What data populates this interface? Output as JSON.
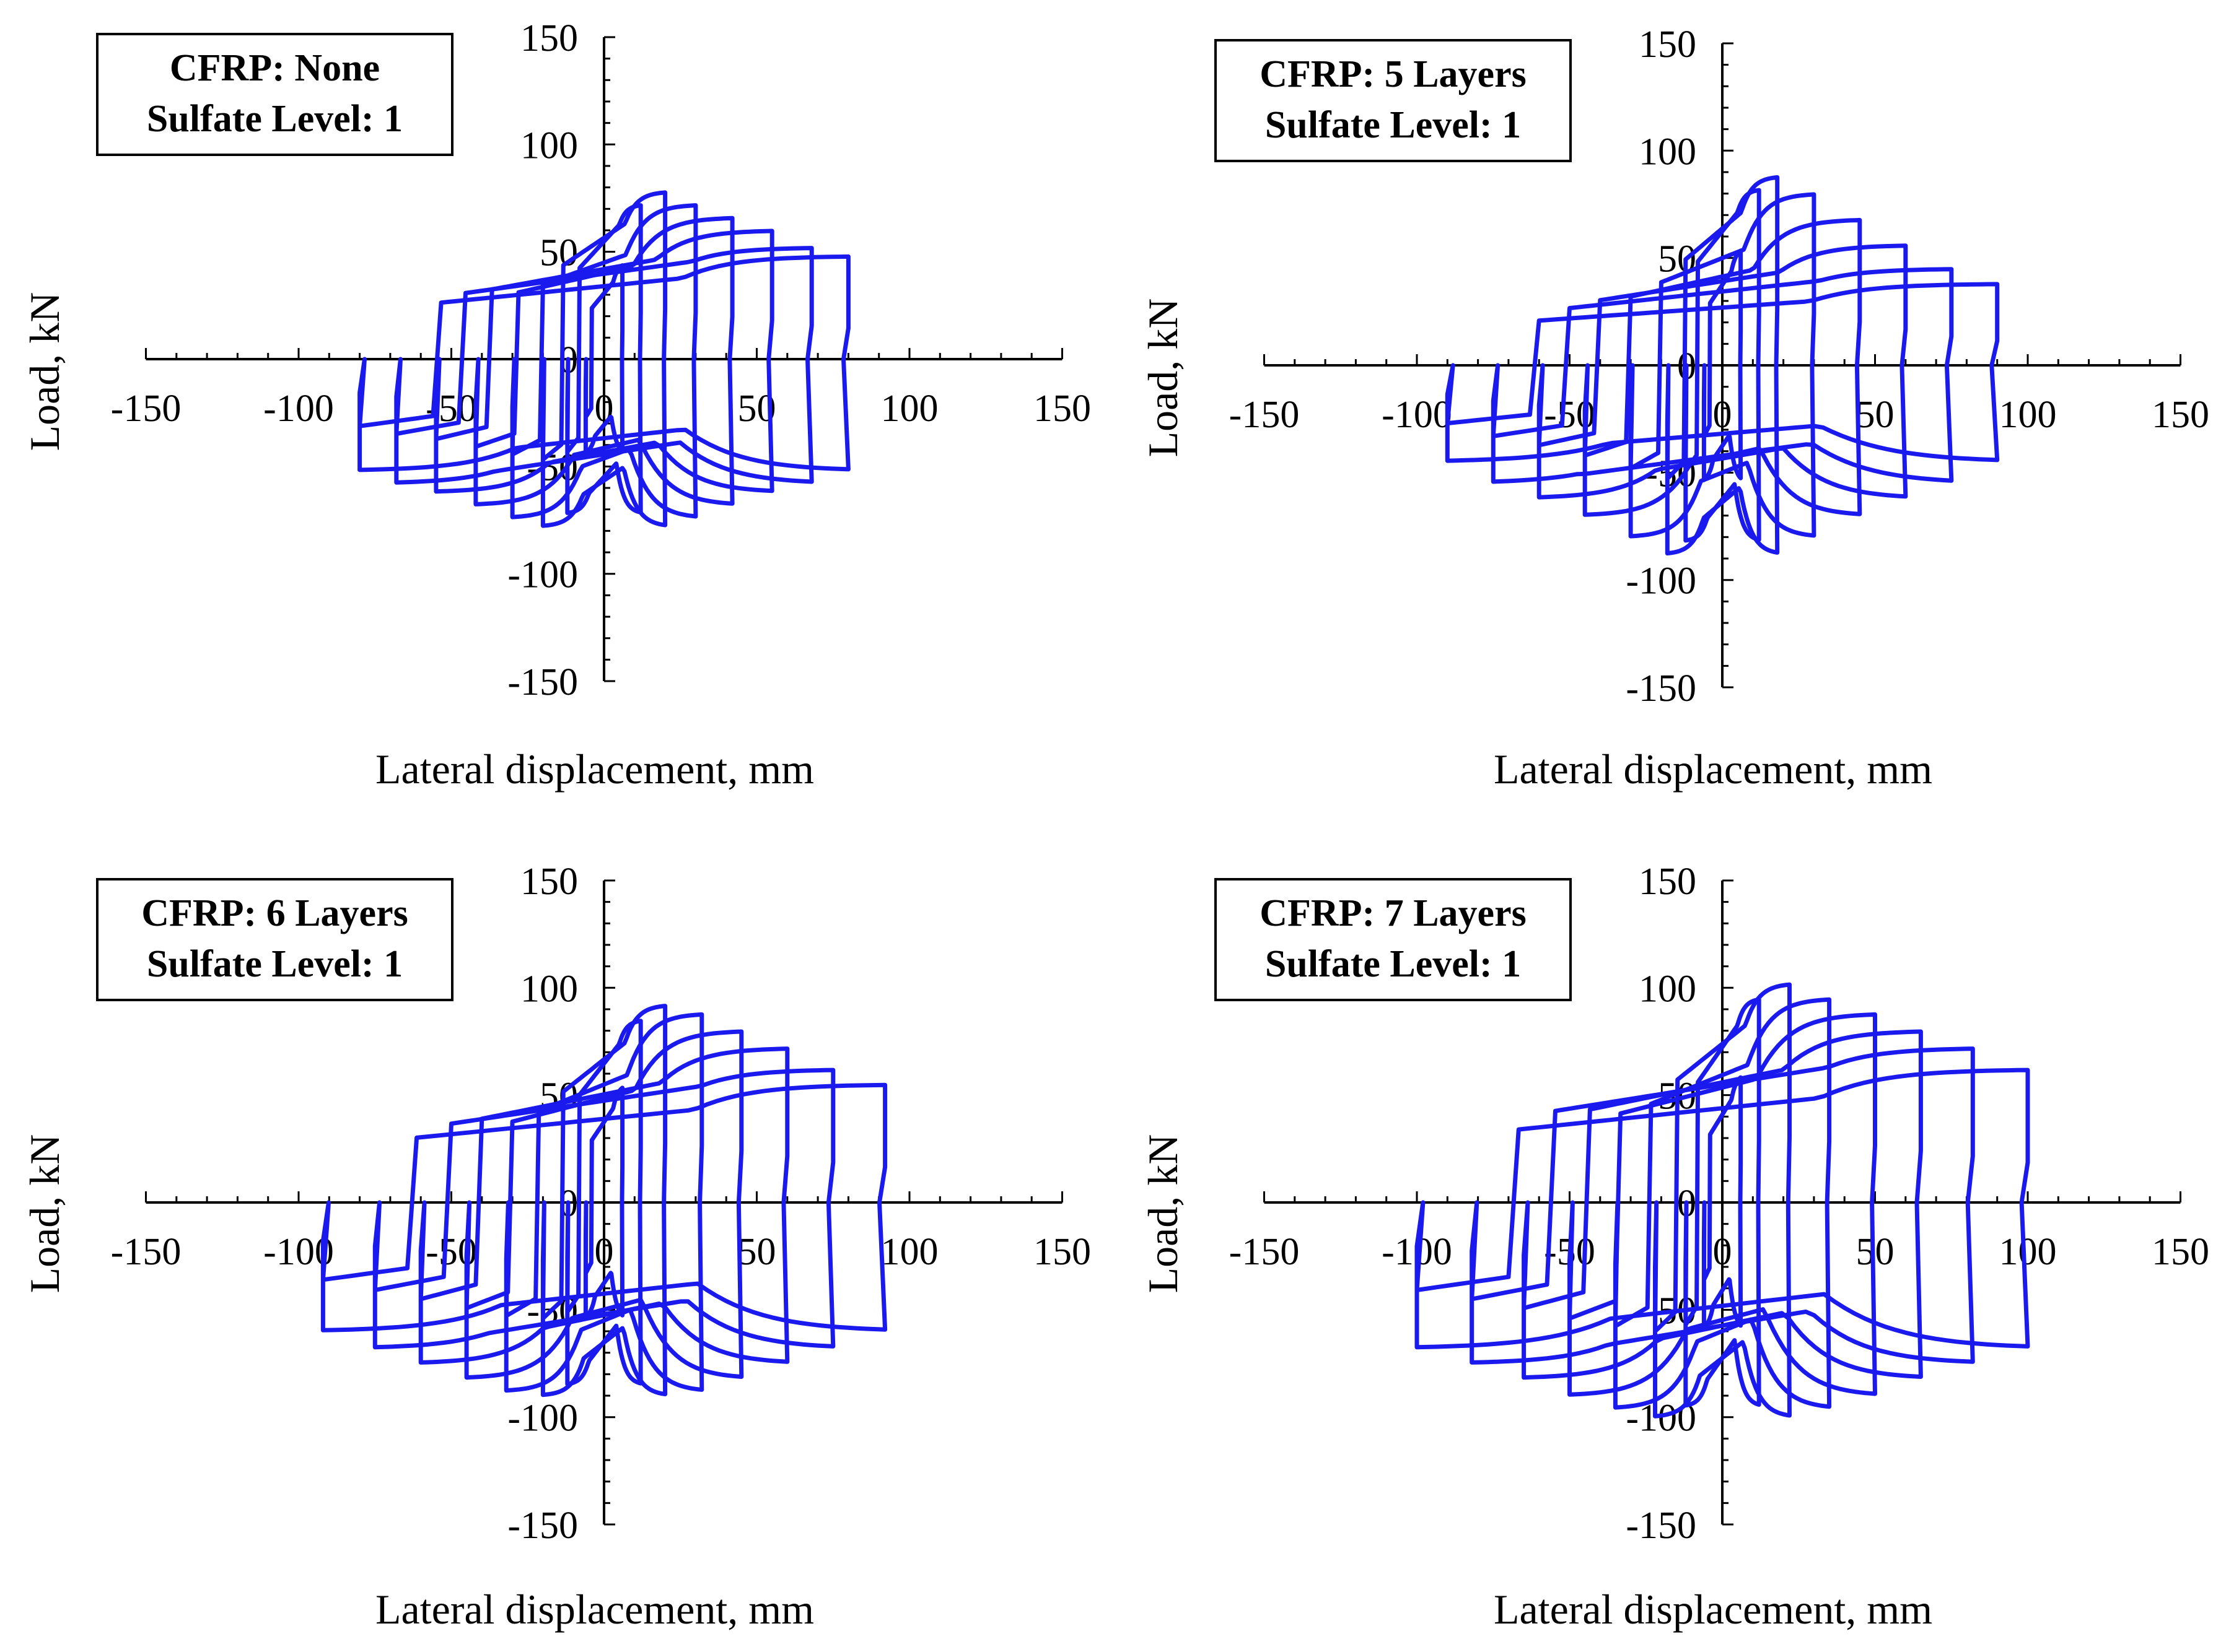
{
  "chart_data": [
    {
      "type": "line",
      "annotation": [
        "CFRP: None",
        "Sulfate Level: 1"
      ],
      "xlabel": "Lateral displacement, mm",
      "ylabel": "Load, kN",
      "xlim": [
        -150,
        150
      ],
      "ylim": [
        -150,
        150
      ],
      "xticks": [
        -150,
        -100,
        -50,
        0,
        50,
        100,
        150
      ],
      "yticks": [
        -150,
        -100,
        -50,
        0,
        50,
        100,
        150
      ],
      "grid": false,
      "series": [
        {
          "amplitude_mm": 6,
          "peak_pos_kN": 45,
          "peak_neg_kN": -45
        },
        {
          "amplitude_mm": 12,
          "peak_pos_kN": 72,
          "peak_neg_kN": -72
        },
        {
          "amplitude_mm": 20,
          "peak_pos_kN": 78,
          "peak_neg_kN": -78
        },
        {
          "amplitude_mm": 30,
          "peak_pos_kN": 72,
          "peak_neg_kN": -74
        },
        {
          "amplitude_mm": 42,
          "peak_pos_kN": 66,
          "peak_neg_kN": -68
        },
        {
          "amplitude_mm": 55,
          "peak_pos_kN": 60,
          "peak_neg_kN": -62
        },
        {
          "amplitude_mm": 68,
          "peak_pos_kN": 52,
          "peak_neg_kN": -58
        },
        {
          "amplitude_mm": 80,
          "peak_pos_kN": 48,
          "peak_neg_kN": -52
        }
      ]
    },
    {
      "type": "line",
      "annotation": [
        "CFRP: 5 Layers",
        "Sulfate Level: 1"
      ],
      "xlabel": "Lateral displacement, mm",
      "ylabel": "Load, kN",
      "xlim": [
        -150,
        150
      ],
      "ylim": [
        -150,
        150
      ],
      "xticks": [
        -150,
        -100,
        -50,
        0,
        50,
        100,
        150
      ],
      "yticks": [
        -150,
        -100,
        -50,
        0,
        50,
        100,
        150
      ],
      "grid": false,
      "series": [
        {
          "amplitude_mm": 6,
          "peak_pos_kN": 55,
          "peak_neg_kN": -55
        },
        {
          "amplitude_mm": 12,
          "peak_pos_kN": 82,
          "peak_neg_kN": -82
        },
        {
          "amplitude_mm": 18,
          "peak_pos_kN": 88,
          "peak_neg_kN": -88
        },
        {
          "amplitude_mm": 30,
          "peak_pos_kN": 80,
          "peak_neg_kN": -80
        },
        {
          "amplitude_mm": 45,
          "peak_pos_kN": 68,
          "peak_neg_kN": -70
        },
        {
          "amplitude_mm": 60,
          "peak_pos_kN": 56,
          "peak_neg_kN": -62
        },
        {
          "amplitude_mm": 75,
          "peak_pos_kN": 45,
          "peak_neg_kN": -55
        },
        {
          "amplitude_mm": 90,
          "peak_pos_kN": 38,
          "peak_neg_kN": -45
        }
      ]
    },
    {
      "type": "line",
      "annotation": [
        "CFRP: 6 Layers",
        "Sulfate Level: 1"
      ],
      "xlabel": "Lateral displacement, mm",
      "ylabel": "Load, kN",
      "xlim": [
        -150,
        150
      ],
      "ylim": [
        -150,
        150
      ],
      "xticks": [
        -150,
        -100,
        -50,
        0,
        50,
        100,
        150
      ],
      "yticks": [
        -150,
        -100,
        -50,
        0,
        50,
        100,
        150
      ],
      "grid": false,
      "series": [
        {
          "amplitude_mm": 6,
          "peak_pos_kN": 55,
          "peak_neg_kN": -55
        },
        {
          "amplitude_mm": 12,
          "peak_pos_kN": 85,
          "peak_neg_kN": -85
        },
        {
          "amplitude_mm": 20,
          "peak_pos_kN": 92,
          "peak_neg_kN": -90
        },
        {
          "amplitude_mm": 32,
          "peak_pos_kN": 88,
          "peak_neg_kN": -88
        },
        {
          "amplitude_mm": 45,
          "peak_pos_kN": 80,
          "peak_neg_kN": -82
        },
        {
          "amplitude_mm": 60,
          "peak_pos_kN": 72,
          "peak_neg_kN": -75
        },
        {
          "amplitude_mm": 75,
          "peak_pos_kN": 62,
          "peak_neg_kN": -68
        },
        {
          "amplitude_mm": 92,
          "peak_pos_kN": 55,
          "peak_neg_kN": -60
        }
      ]
    },
    {
      "type": "line",
      "annotation": [
        "CFRP: 7 Layers",
        "Sulfate Level: 1"
      ],
      "xlabel": "Lateral displacement, mm",
      "ylabel": "Load, kN",
      "xlim": [
        -150,
        150
      ],
      "ylim": [
        -150,
        150
      ],
      "xticks": [
        -150,
        -100,
        -50,
        0,
        50,
        100,
        150
      ],
      "yticks": [
        -150,
        -100,
        -50,
        0,
        50,
        100,
        150
      ],
      "grid": false,
      "series": [
        {
          "amplitude_mm": 6,
          "peak_pos_kN": 60,
          "peak_neg_kN": -60
        },
        {
          "amplitude_mm": 12,
          "peak_pos_kN": 95,
          "peak_neg_kN": -95
        },
        {
          "amplitude_mm": 22,
          "peak_pos_kN": 102,
          "peak_neg_kN": -100
        },
        {
          "amplitude_mm": 35,
          "peak_pos_kN": 95,
          "peak_neg_kN": -96
        },
        {
          "amplitude_mm": 50,
          "peak_pos_kN": 88,
          "peak_neg_kN": -90
        },
        {
          "amplitude_mm": 65,
          "peak_pos_kN": 80,
          "peak_neg_kN": -82
        },
        {
          "amplitude_mm": 82,
          "peak_pos_kN": 72,
          "peak_neg_kN": -75
        },
        {
          "amplitude_mm": 100,
          "peak_pos_kN": 62,
          "peak_neg_kN": -68
        }
      ]
    }
  ]
}
